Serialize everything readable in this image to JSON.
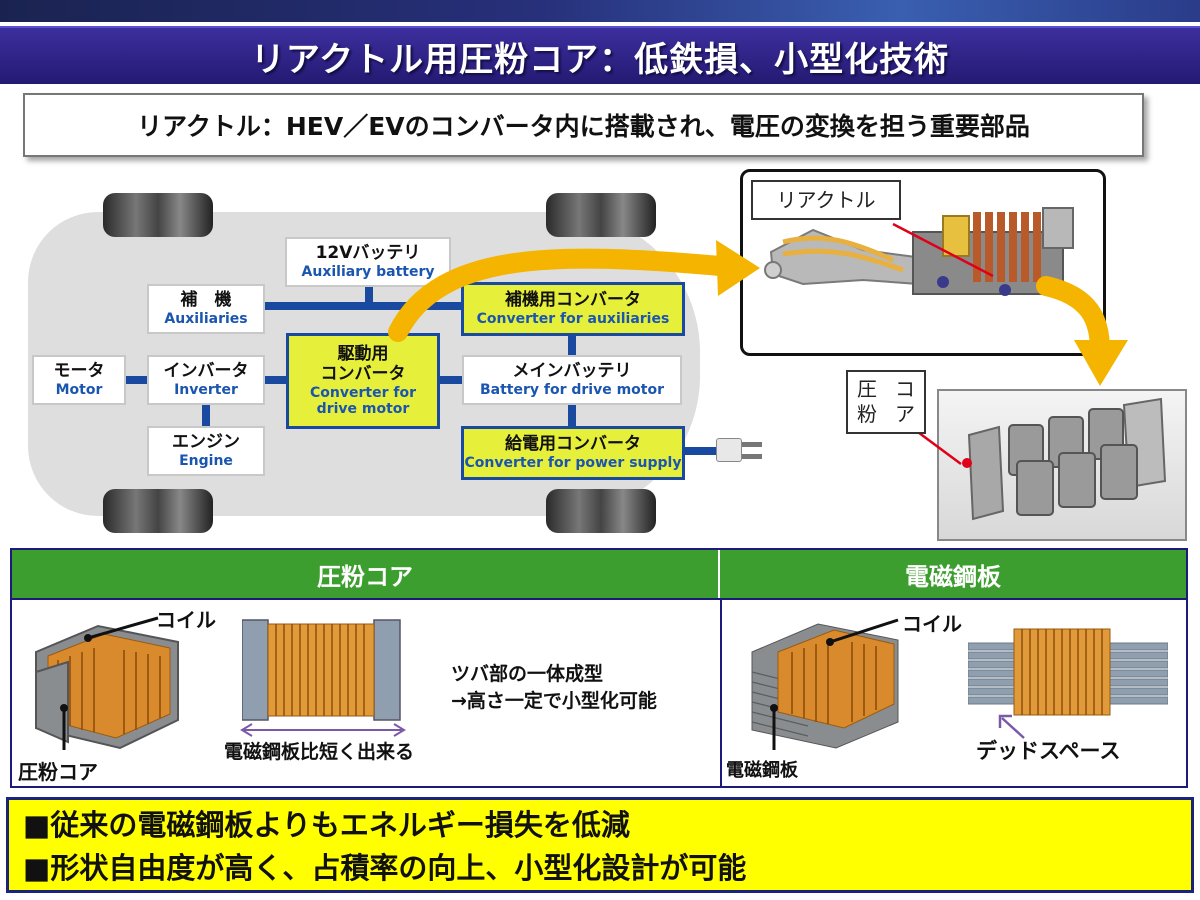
{
  "title": "リアクトル用圧粉コア：低鉄損、小型化技術",
  "subtitle": "リアクトル：HEV／EVのコンバータ内に搭載され、電圧の変換を担う重要部品",
  "diagram": {
    "battery12v": {
      "jp": "12Vバッテリ",
      "en": "Auxiliary battery"
    },
    "auxiliaries": {
      "jp": "補　機",
      "en": "Auxiliaries"
    },
    "aux_converter": {
      "jp": "補機用コンバータ",
      "en": "Converter for auxiliaries"
    },
    "motor": {
      "jp": "モータ",
      "en": "Motor"
    },
    "inverter": {
      "jp": "インバータ",
      "en": "Inverter"
    },
    "drive_converter": {
      "jp1": "駆動用",
      "jp2": "コンバータ",
      "en1": "Converter for",
      "en2": "drive motor"
    },
    "main_battery": {
      "jp": "メインバッテリ",
      "en": "Battery for drive motor"
    },
    "engine": {
      "jp": "エンジン",
      "en": "Engine"
    },
    "supply_converter": {
      "jp": "給電用コンバータ",
      "en": "Converter for power supply"
    }
  },
  "photos": {
    "reactor_label": "リアクトル",
    "core_label_1": "圧粉",
    "core_label_2": "コア"
  },
  "comparison": {
    "left_header": "圧粉コア",
    "right_header": "電磁鋼板",
    "left_coil": "コイル",
    "left_core": "圧粉コア",
    "left_arrow_caption": "電磁鋼板比短く出来る",
    "left_note_1": "ツバ部の一体成型",
    "left_note_2": "→高さ一定で小型化可能",
    "right_coil": "コイル",
    "right_core": "電磁鋼板",
    "right_dead_space": "デッドスペース"
  },
  "bullets": [
    "■従来の電磁鋼板よりもエネルギー損失を低減",
    "■形状自由度が高く、占積率の向上、小型化設計が可能"
  ],
  "colors": {
    "title_bg": "#2f2386",
    "highlight_box": "#e6ef3a",
    "bus_line": "#1a4aa0",
    "header_green": "#3c9e2e",
    "arrow_orange": "#f5b400",
    "bottom_yellow": "#ffff00"
  }
}
